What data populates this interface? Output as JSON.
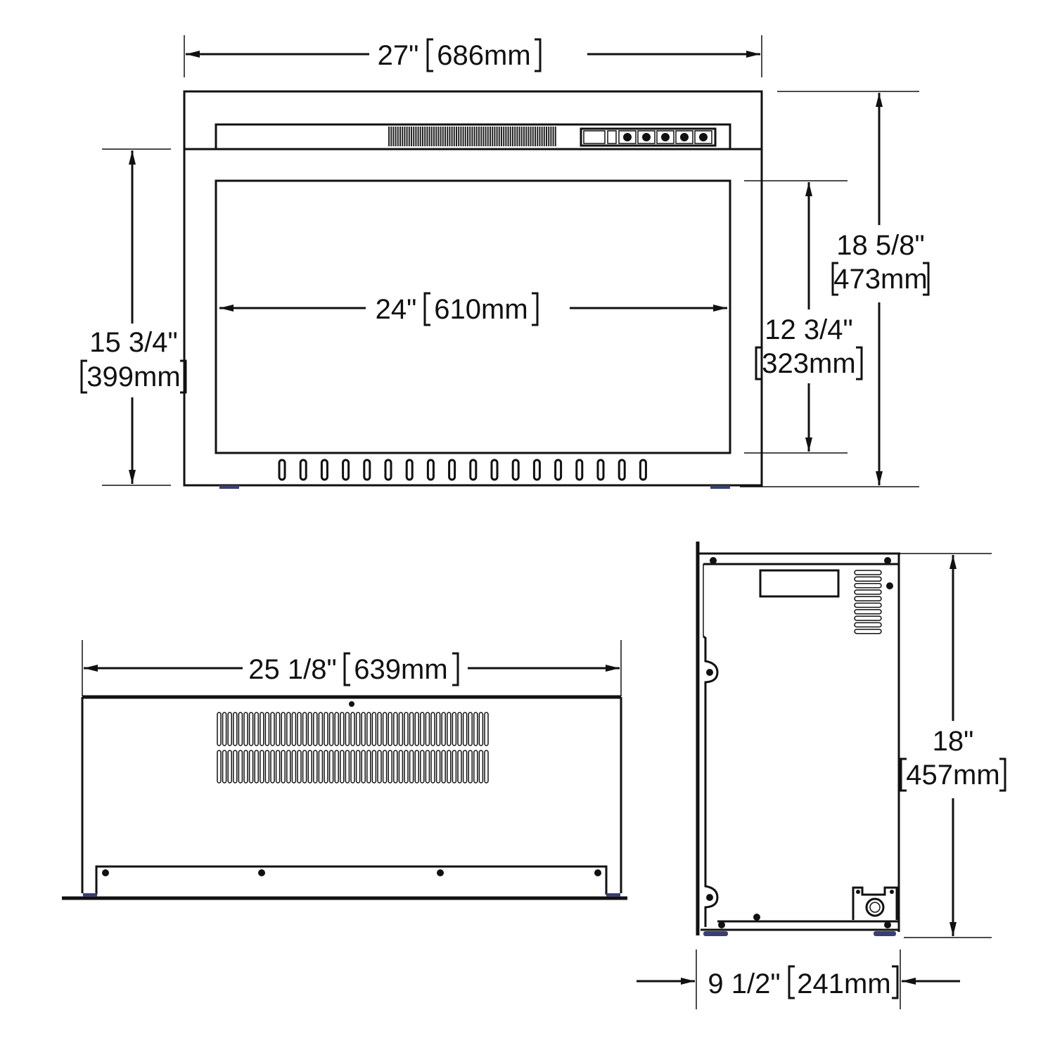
{
  "dimensions": {
    "front_width": {
      "inch": "27\"",
      "mm": "686mm"
    },
    "front_height_lower": {
      "inch": "15 3/4\"",
      "mm": "399mm"
    },
    "viewing_width": {
      "inch": "24\"",
      "mm": "610mm"
    },
    "viewing_height": {
      "inch": "12 3/4\"",
      "mm": "323mm"
    },
    "total_height": {
      "inch": "18 5/8\"",
      "mm": "473mm"
    },
    "top_width": {
      "inch": "25 1/8\"",
      "mm": "639mm"
    },
    "side_height": {
      "inch": "18\"",
      "mm": "457mm"
    },
    "depth": {
      "inch": "9 1/2\"",
      "mm": "241mm"
    }
  },
  "colors": {
    "line": "#111111",
    "foot": "#3a3f6e"
  },
  "control_panel_icons": [
    "flame-icon",
    "timer-icon",
    "heat-icon",
    "dimmer-icon",
    "power-icon"
  ]
}
